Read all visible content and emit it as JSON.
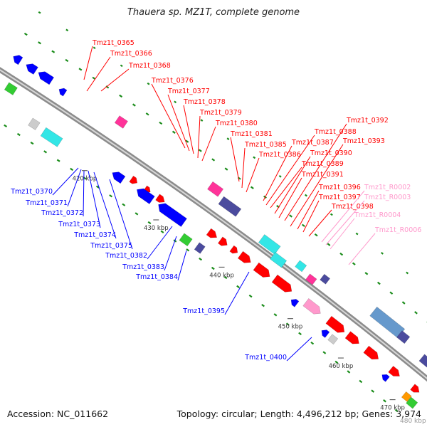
{
  "title": "Thauera sp. MZ1T, complete genome",
  "accession": "Accession: NC_011662",
  "summary": "Topology: circular; Length: 4,496,212 bp; Genes: 3,974",
  "cut_label": "480 kbp",
  "colors": {
    "backbone": "#8c8c8c",
    "forward_gene": "#ff0000",
    "reverse_gene": "#0000ff",
    "rna_label": "#ff99cc",
    "gc_tick": "#1a8c1a",
    "cds_magenta": "#ff3399",
    "cds_cyan": "#33e6e6",
    "cds_slate": "#4b4b9e",
    "cds_steel": "#6699cc",
    "cds_green": "#33cc33",
    "cds_orange": "#ff9900",
    "cds_grey": "#cccccc"
  },
  "scale_ticks": [
    "420 kbp",
    "430 kbp",
    "440 kbp",
    "450 kbp",
    "460 kbp",
    "470 kbp"
  ],
  "upper_labels": [
    "Tmz1t_0365",
    "Tmz1t_0366",
    "Tmz1t_0368",
    "Tmz1t_0376",
    "Tmz1t_0377",
    "Tmz1t_0378",
    "Tmz1t_0379",
    "Tmz1t_0380",
    "Tmz1t_0381",
    "Tmz1t_0385",
    "Tmz1t_0386",
    "Tmz1t_0387",
    "Tmz1t_0388",
    "Tmz1t_0389",
    "Tmz1t_0390",
    "Tmz1t_0391",
    "Tmz1t_0392",
    "Tmz1t_0393",
    "Tmz1t_0396",
    "Tmz1t_0397",
    "Tmz1t_0398"
  ],
  "rna_labels": [
    "Tmz1t_R0002",
    "Tmz1t_R0003",
    "Tmz1t_R0004",
    "Tmz1t_R0006"
  ],
  "lower_labels": [
    "Tmz1t_0370",
    "Tmz1t_0371",
    "Tmz1t_0372",
    "Tmz1t_0373",
    "Tmz1t_0374",
    "Tmz1t_0375",
    "Tmz1t_0382",
    "Tmz1t_0383",
    "Tmz1t_0384",
    "Tmz1t_0395",
    "Tmz1t_0400"
  ]
}
